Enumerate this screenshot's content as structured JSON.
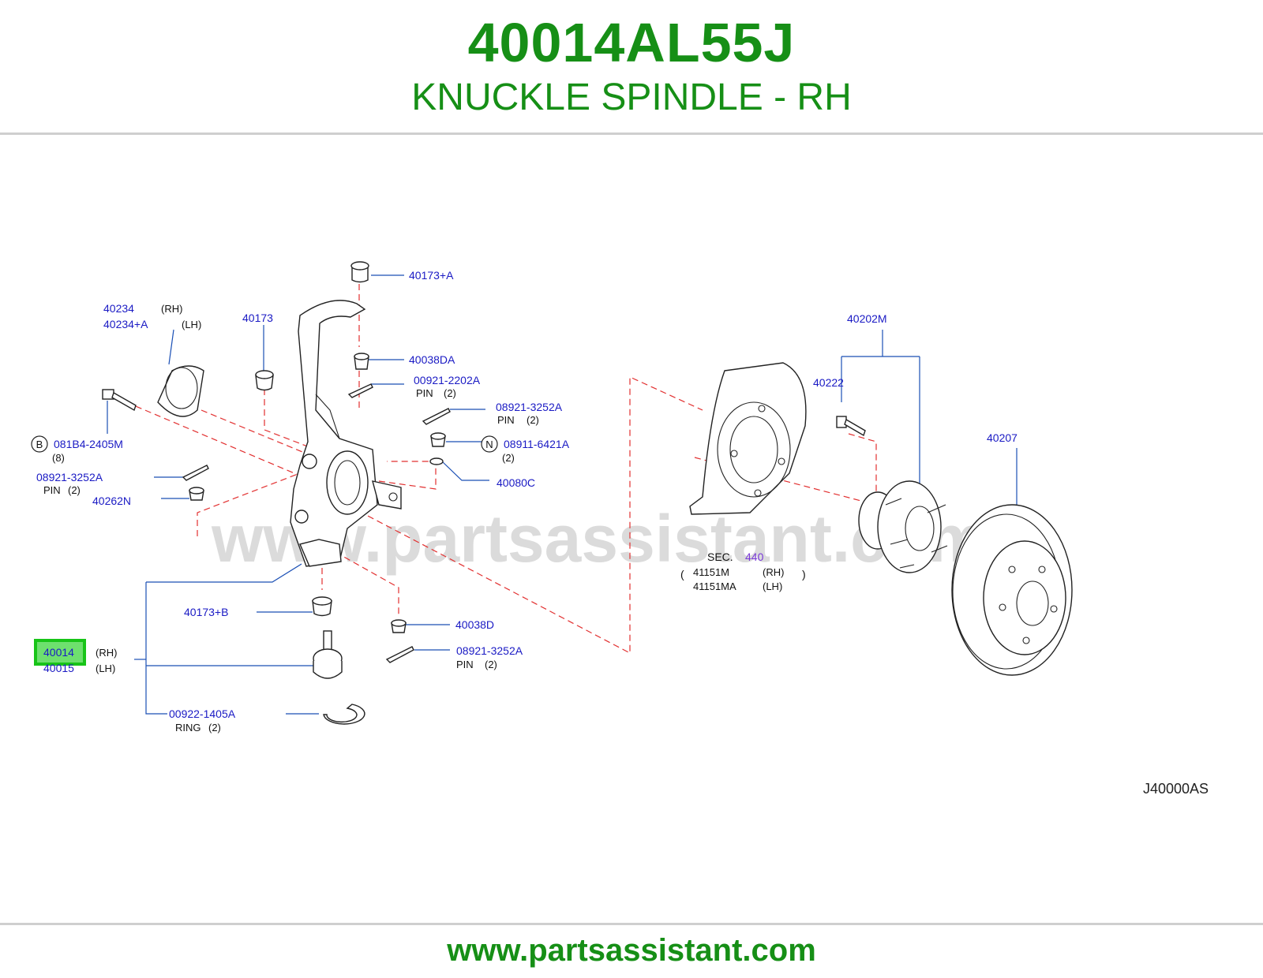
{
  "header": {
    "part_number": "40014AL55J",
    "part_name": "KNUCKLE SPINDLE - RH"
  },
  "footer": {
    "url": "www.partsassistant.com"
  },
  "watermark": "www.partsassistant.com",
  "diagram_ref": "J40000AS",
  "colors": {
    "brand_green": "#168f16",
    "label_blue": "#1a1ac4",
    "dash_red": "#e23030",
    "highlight_green": "#18c418"
  },
  "callouts": {
    "c40173a": {
      "num": "40173+A"
    },
    "c40234": {
      "num": "40234",
      "side": "(RH)"
    },
    "c40234a": {
      "num": "40234+A",
      "side": "(LH)"
    },
    "c40173": {
      "num": "40173"
    },
    "c40038da": {
      "num": "40038DA"
    },
    "c00921": {
      "num": "00921-2202A",
      "desc": "PIN",
      "qty": "(2)"
    },
    "c08921_top": {
      "num": "08921-3252A",
      "desc": "PIN",
      "qty": "(2)"
    },
    "c081b4": {
      "badge": "B",
      "num": "081B4-2405M",
      "qty": "(8)"
    },
    "c08911": {
      "badge": "N",
      "num": "08911-6421A",
      "qty": "(2)"
    },
    "c08921_left": {
      "num": "08921-3252A",
      "desc": "PIN",
      "qty": "(2)"
    },
    "c40080c": {
      "num": "40080C"
    },
    "c40262n": {
      "num": "40262N"
    },
    "c40173b": {
      "num": "40173+B"
    },
    "c40038d": {
      "num": "40038D"
    },
    "c40014": {
      "num": "40014",
      "side": "(RH)"
    },
    "c40015": {
      "num": "40015",
      "side": "(LH)"
    },
    "c08921_bot": {
      "num": "08921-3252A",
      "desc": "PIN",
      "qty": "(2)"
    },
    "c00922": {
      "num": "00922-1405A",
      "desc": "RING",
      "qty": "(2)"
    },
    "c40202m": {
      "num": "40202M"
    },
    "c40222": {
      "num": "40222"
    },
    "c40207": {
      "num": "40207"
    },
    "sec": {
      "prefix": "SEC.",
      "num": "440"
    },
    "c41151m": {
      "num": "41151M",
      "side": "(RH)"
    },
    "c41151ma": {
      "num": "41151MA",
      "side": "(LH)"
    }
  }
}
